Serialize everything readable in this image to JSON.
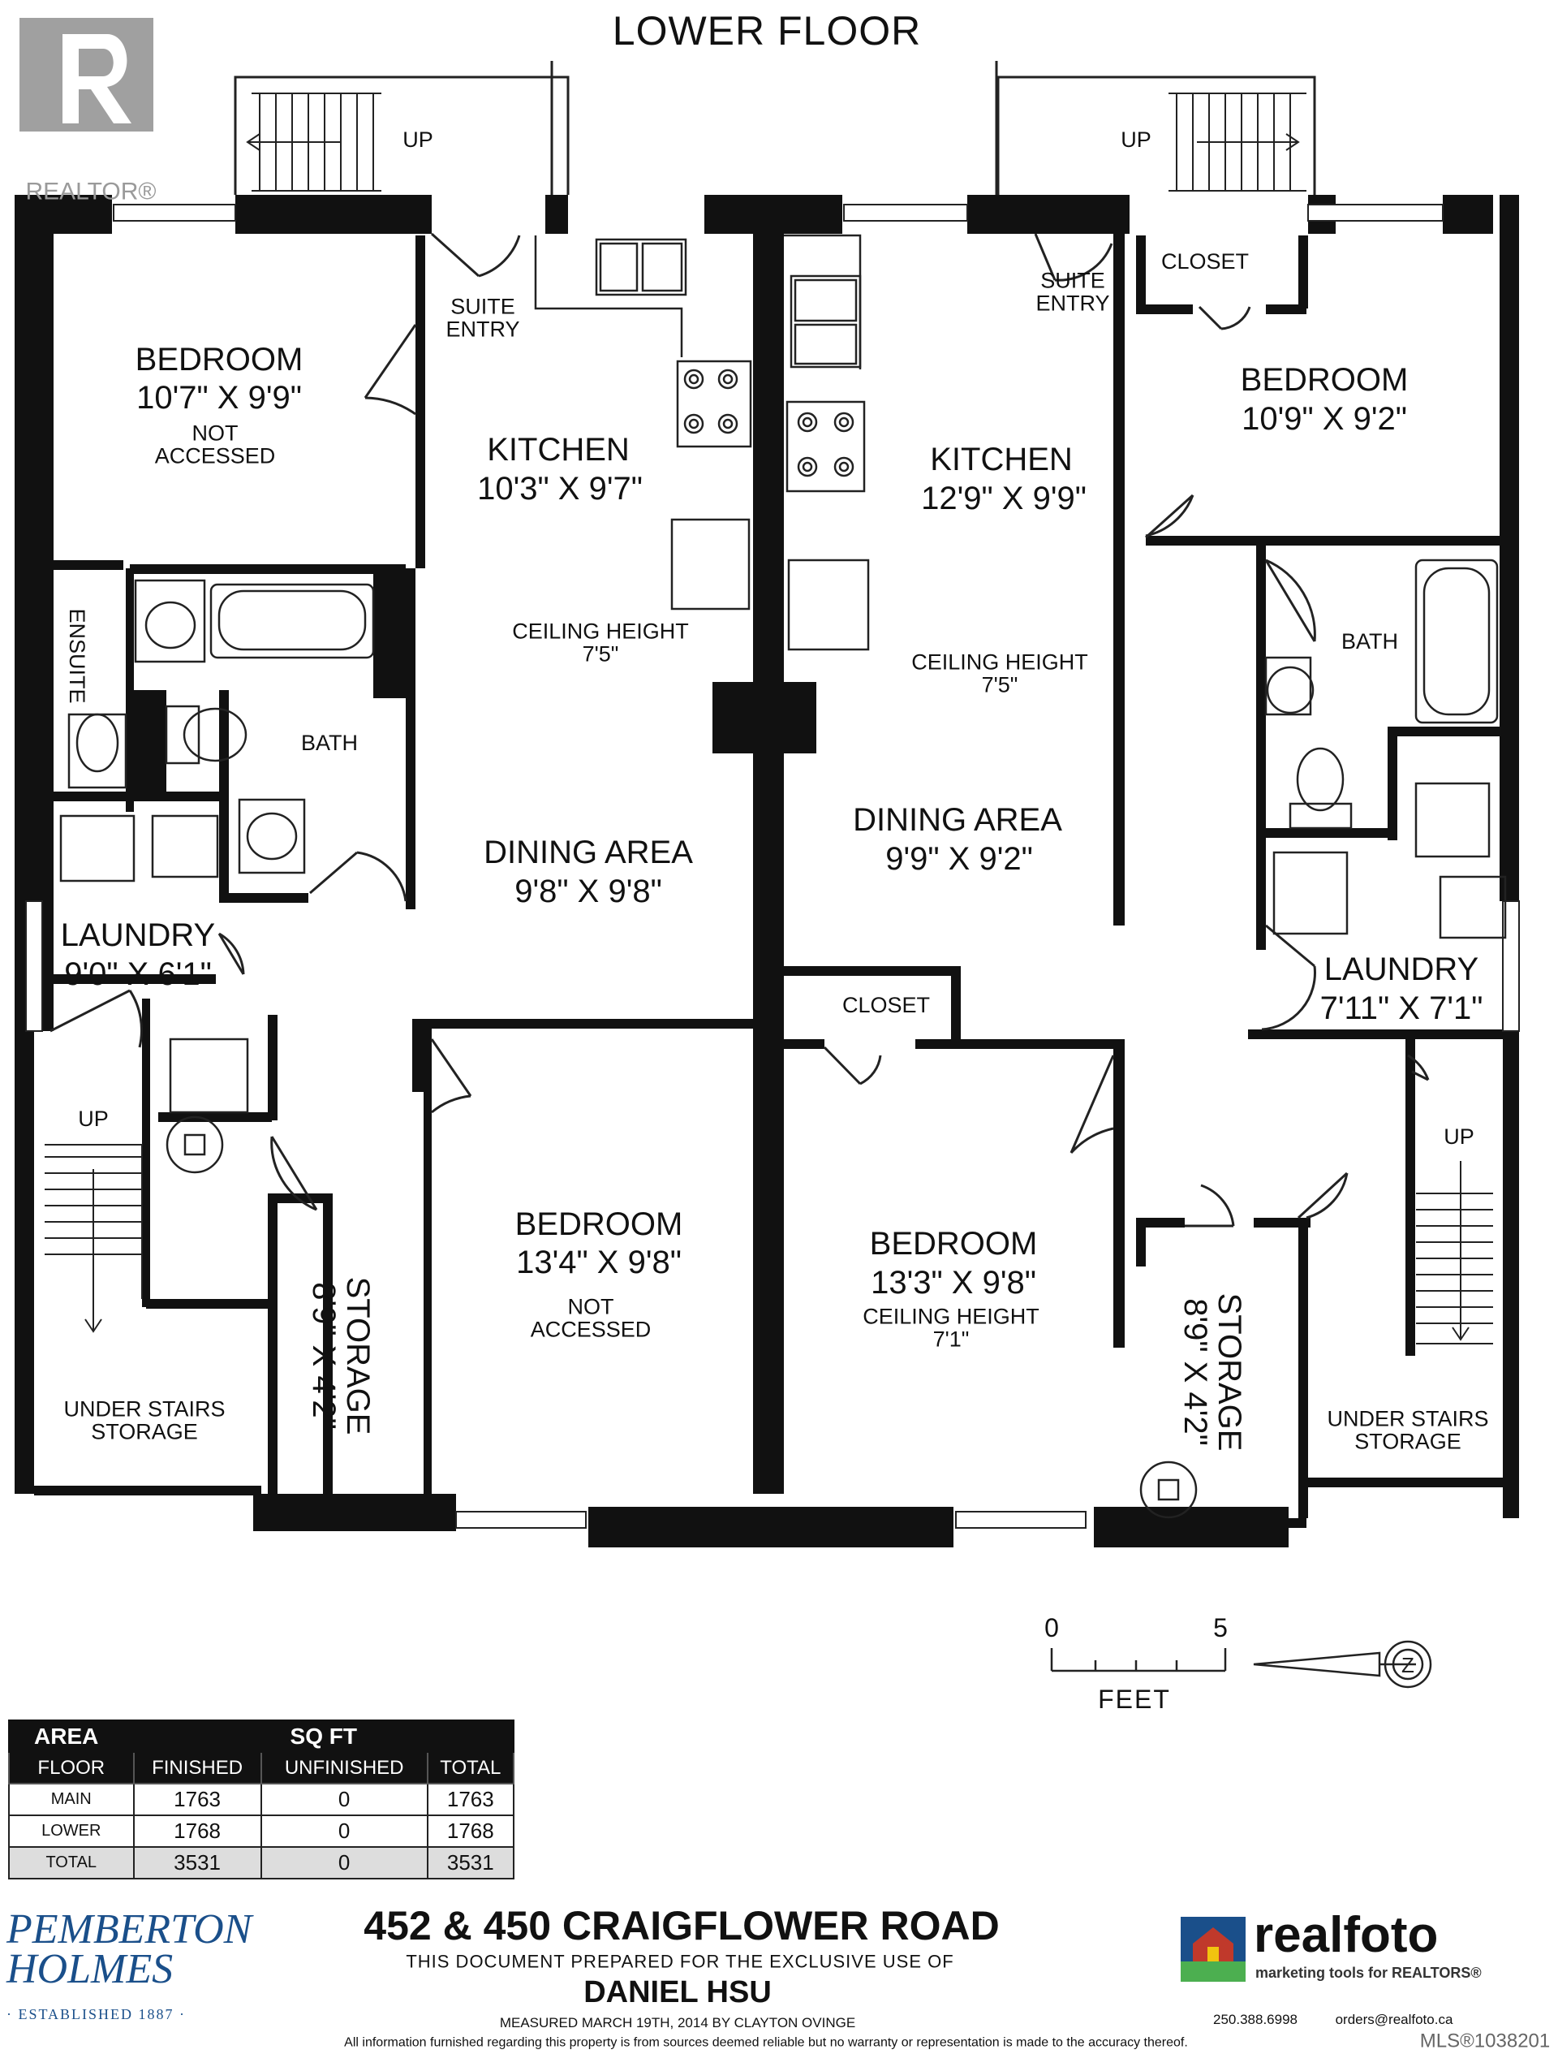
{
  "title": "LOWER FLOOR",
  "brand": {
    "realtor": "REALTOR®",
    "mls": "MLS®1038201"
  },
  "rooms": {
    "bed_nw": {
      "name": "BEDROOM",
      "dims": "10'7\" X 9'9\"",
      "note": "NOT\nACCESSED"
    },
    "kitchen_w": {
      "name": "KITCHEN",
      "dims": "10'3\" X 9'7\""
    },
    "ceiling_w": "CEILING HEIGHT\n7'5\"",
    "suite_entry_w": "SUITE\nENTRY",
    "ensuite": "ENSUITE",
    "bath_w": "BATH",
    "dining_w": {
      "name": "DINING AREA",
      "dims": "9'8\" X 9'8\""
    },
    "laundry_w": {
      "name": "LAUNDRY",
      "dims": "9'0\" X 6'1\""
    },
    "up_sw": "UP",
    "under_stairs_w": "UNDER STAIRS\nSTORAGE",
    "storage_w": "STORAGE\n8'9\" X 4'2\"",
    "bed_sw": {
      "name": "BEDROOM",
      "dims": "13'4\" X 9'8\"",
      "note": "NOT\nACCESSED"
    },
    "up_top_w": "UP",
    "up_top_e": "UP",
    "suite_entry_e": "SUITE\nENTRY",
    "kitchen_e": {
      "name": "KITCHEN",
      "dims": "12'9\" X 9'9\""
    },
    "ceiling_e": "CEILING HEIGHT\n7'5\"",
    "dining_e": {
      "name": "DINING AREA",
      "dims": "9'9\" X 9'2\""
    },
    "closet_ne": "CLOSET",
    "bed_ne": {
      "name": "BEDROOM",
      "dims": "10'9\" X 9'2\""
    },
    "bath_e": "BATH",
    "laundry_e": {
      "name": "LAUNDRY",
      "dims": "7'11\" X 7'1\""
    },
    "closet_mid": "CLOSET",
    "bed_se": {
      "name": "BEDROOM",
      "dims": "13'3\" X 9'8\"",
      "note": "CEILING HEIGHT\n7'1\""
    },
    "storage_e": "STORAGE\n8'9\" X 4'2\"",
    "up_se": "UP",
    "under_stairs_e": "UNDER STAIRS\nSTORAGE"
  },
  "scale": {
    "zero": "0",
    "five": "5",
    "unit": "FEET"
  },
  "area_table": {
    "title": "AREA",
    "sqft": "SQ FT",
    "headers": [
      "FLOOR",
      "FINISHED",
      "UNFINISHED",
      "TOTAL"
    ],
    "rows": [
      [
        "MAIN",
        "1763",
        "0",
        "1763"
      ],
      [
        "LOWER",
        "1768",
        "0",
        "1768"
      ],
      [
        "TOTAL",
        "3531",
        "0",
        "3531"
      ]
    ]
  },
  "footer": {
    "address": "452 & 450 CRAIGFLOWER ROAD",
    "prepared": "THIS DOCUMENT PREPARED FOR THE EXCLUSIVE USE OF",
    "client": "DANIEL HSU",
    "measured": "MEASURED MARCH 19TH, 2014 BY CLAYTON OVINGE",
    "disclaimer": "All information furnished regarding this property is from sources deemed reliable but no warranty or representation is made to the accuracy thereof.",
    "pemberton": "PEMBERTON\nHOLMES",
    "established": "· ESTABLISHED 1887 ·",
    "realfoto": "realfoto",
    "realfoto_tag": "marketing tools for REALTORS®",
    "phone": "250.388.6998",
    "email": "orders@realfoto.ca"
  },
  "colors": {
    "wall": "#111111",
    "line": "#222222",
    "brand_red": "#c0392b",
    "brand_blue": "#1a4f8a",
    "realtor_gray": "#9a9a9a"
  }
}
